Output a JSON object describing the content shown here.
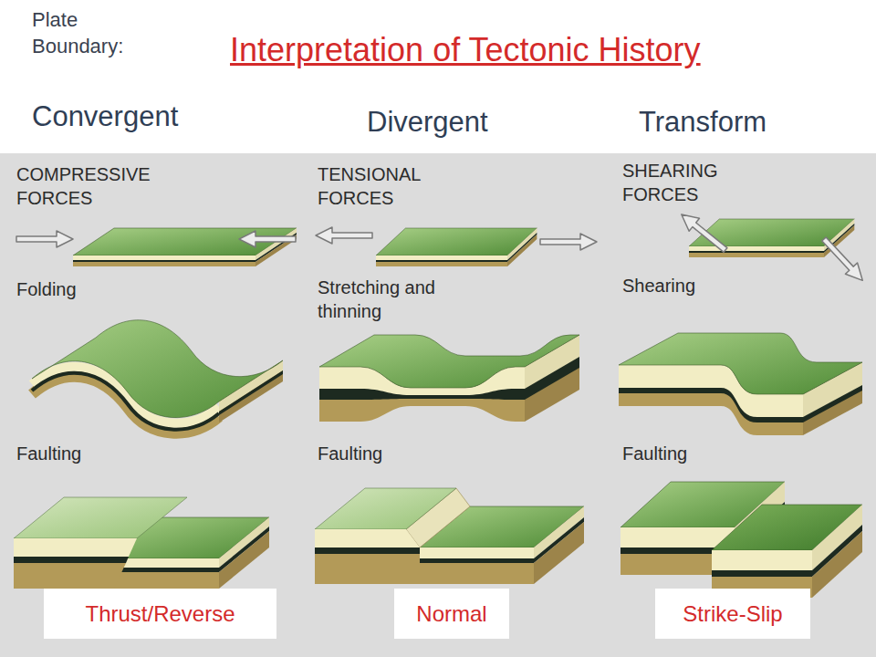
{
  "diagram": {
    "title": "Interpretation of Tectonic History",
    "labels": [
      "Plate Boundary:",
      "Convergent",
      "Divergent",
      "Transform",
      "COMPRESSIVE FORCES",
      "Folding",
      "Faulting",
      "TENSIONAL FORCES",
      "Stretching and thinning",
      "Faulting",
      "SHEARING FORCES",
      "Shearing",
      "Faulting",
      "Thrust/Reverse",
      "Normal",
      "Strike-Slip"
    ]
  }
}
